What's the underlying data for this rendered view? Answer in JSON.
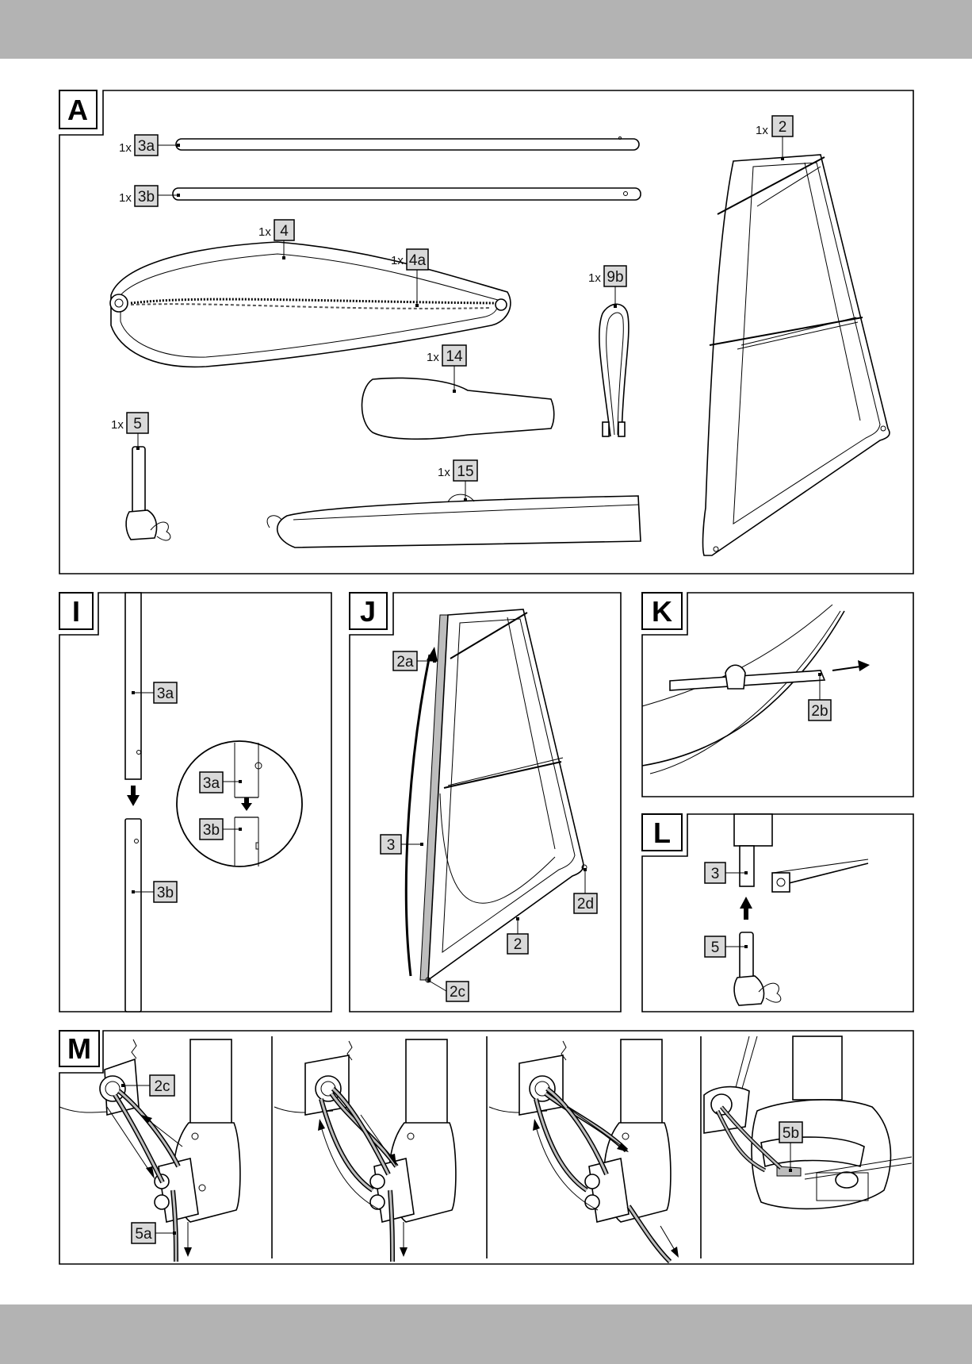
{
  "panels": {
    "A": "A",
    "I": "I",
    "J": "J",
    "K": "K",
    "L": "L",
    "M": "M"
  },
  "quantity": "1x",
  "parts": {
    "p3a": "3a",
    "p3b": "3b",
    "p4": "4",
    "p4a": "4a",
    "p9b": "9b",
    "p14": "14",
    "p5": "5",
    "p15": "15",
    "p2": "2",
    "p2a": "2a",
    "p3": "3",
    "p2d": "2d",
    "p2c": "2c",
    "p2b": "2b",
    "p5a": "5a",
    "p5b": "5b"
  }
}
